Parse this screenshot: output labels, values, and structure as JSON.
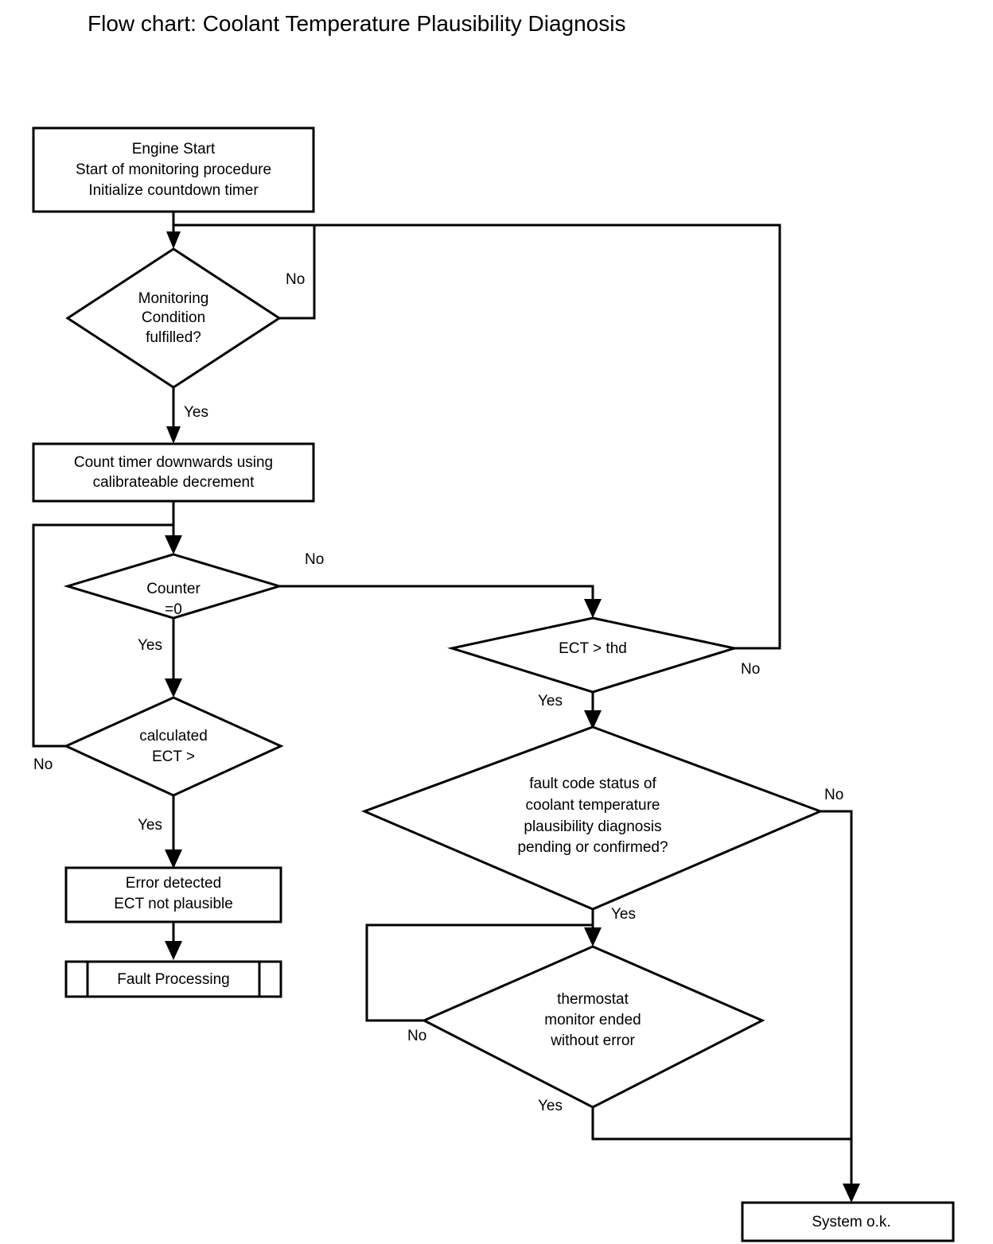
{
  "title": "Flow chart: Coolant Temperature Plausibility Diagnosis",
  "colors": {
    "background": "#ffffff",
    "stroke": "#000000",
    "text": "#000000"
  },
  "nodes": {
    "engine_start": {
      "shape": "process",
      "lines": [
        "Engine Start",
        "Start of monitoring procedure",
        "Initialize countdown timer"
      ]
    },
    "monitoring_condition": {
      "shape": "decision",
      "lines": [
        "Monitoring",
        "Condition",
        "fulfilled?"
      ]
    },
    "count_timer": {
      "shape": "process",
      "lines": [
        "Count timer downwards using",
        "calibrateable decrement"
      ]
    },
    "counter_zero": {
      "shape": "decision",
      "lines": [
        "Counter",
        "=0"
      ]
    },
    "calculated_ect": {
      "shape": "decision",
      "lines": [
        "calculated",
        "ECT >"
      ]
    },
    "error_detected": {
      "shape": "process",
      "lines": [
        "Error detected",
        "ECT not plausible"
      ]
    },
    "fault_processing": {
      "shape": "predefined-process",
      "lines": [
        "Fault Processing"
      ]
    },
    "ect_gt_thd": {
      "shape": "decision",
      "lines": [
        "ECT > thd"
      ]
    },
    "fault_code_status": {
      "shape": "decision",
      "lines": [
        "fault code status of",
        "coolant temperature",
        "plausibility diagnosis",
        "pending or confirmed?"
      ]
    },
    "thermostat_monitor": {
      "shape": "decision",
      "lines": [
        "thermostat",
        "monitor ended",
        "without error"
      ]
    },
    "system_ok": {
      "shape": "process",
      "lines": [
        "System o.k."
      ]
    }
  },
  "edge_labels": {
    "monitoring_no": "No",
    "monitoring_yes": "Yes",
    "counter_no": "No",
    "counter_yes": "Yes",
    "calculated_no": "No",
    "calculated_yes": "Yes",
    "ect_thd_no": "No",
    "ect_thd_yes": "Yes",
    "fault_code_no": "No",
    "fault_code_yes": "Yes",
    "thermostat_no": "No",
    "thermostat_yes": "Yes"
  }
}
